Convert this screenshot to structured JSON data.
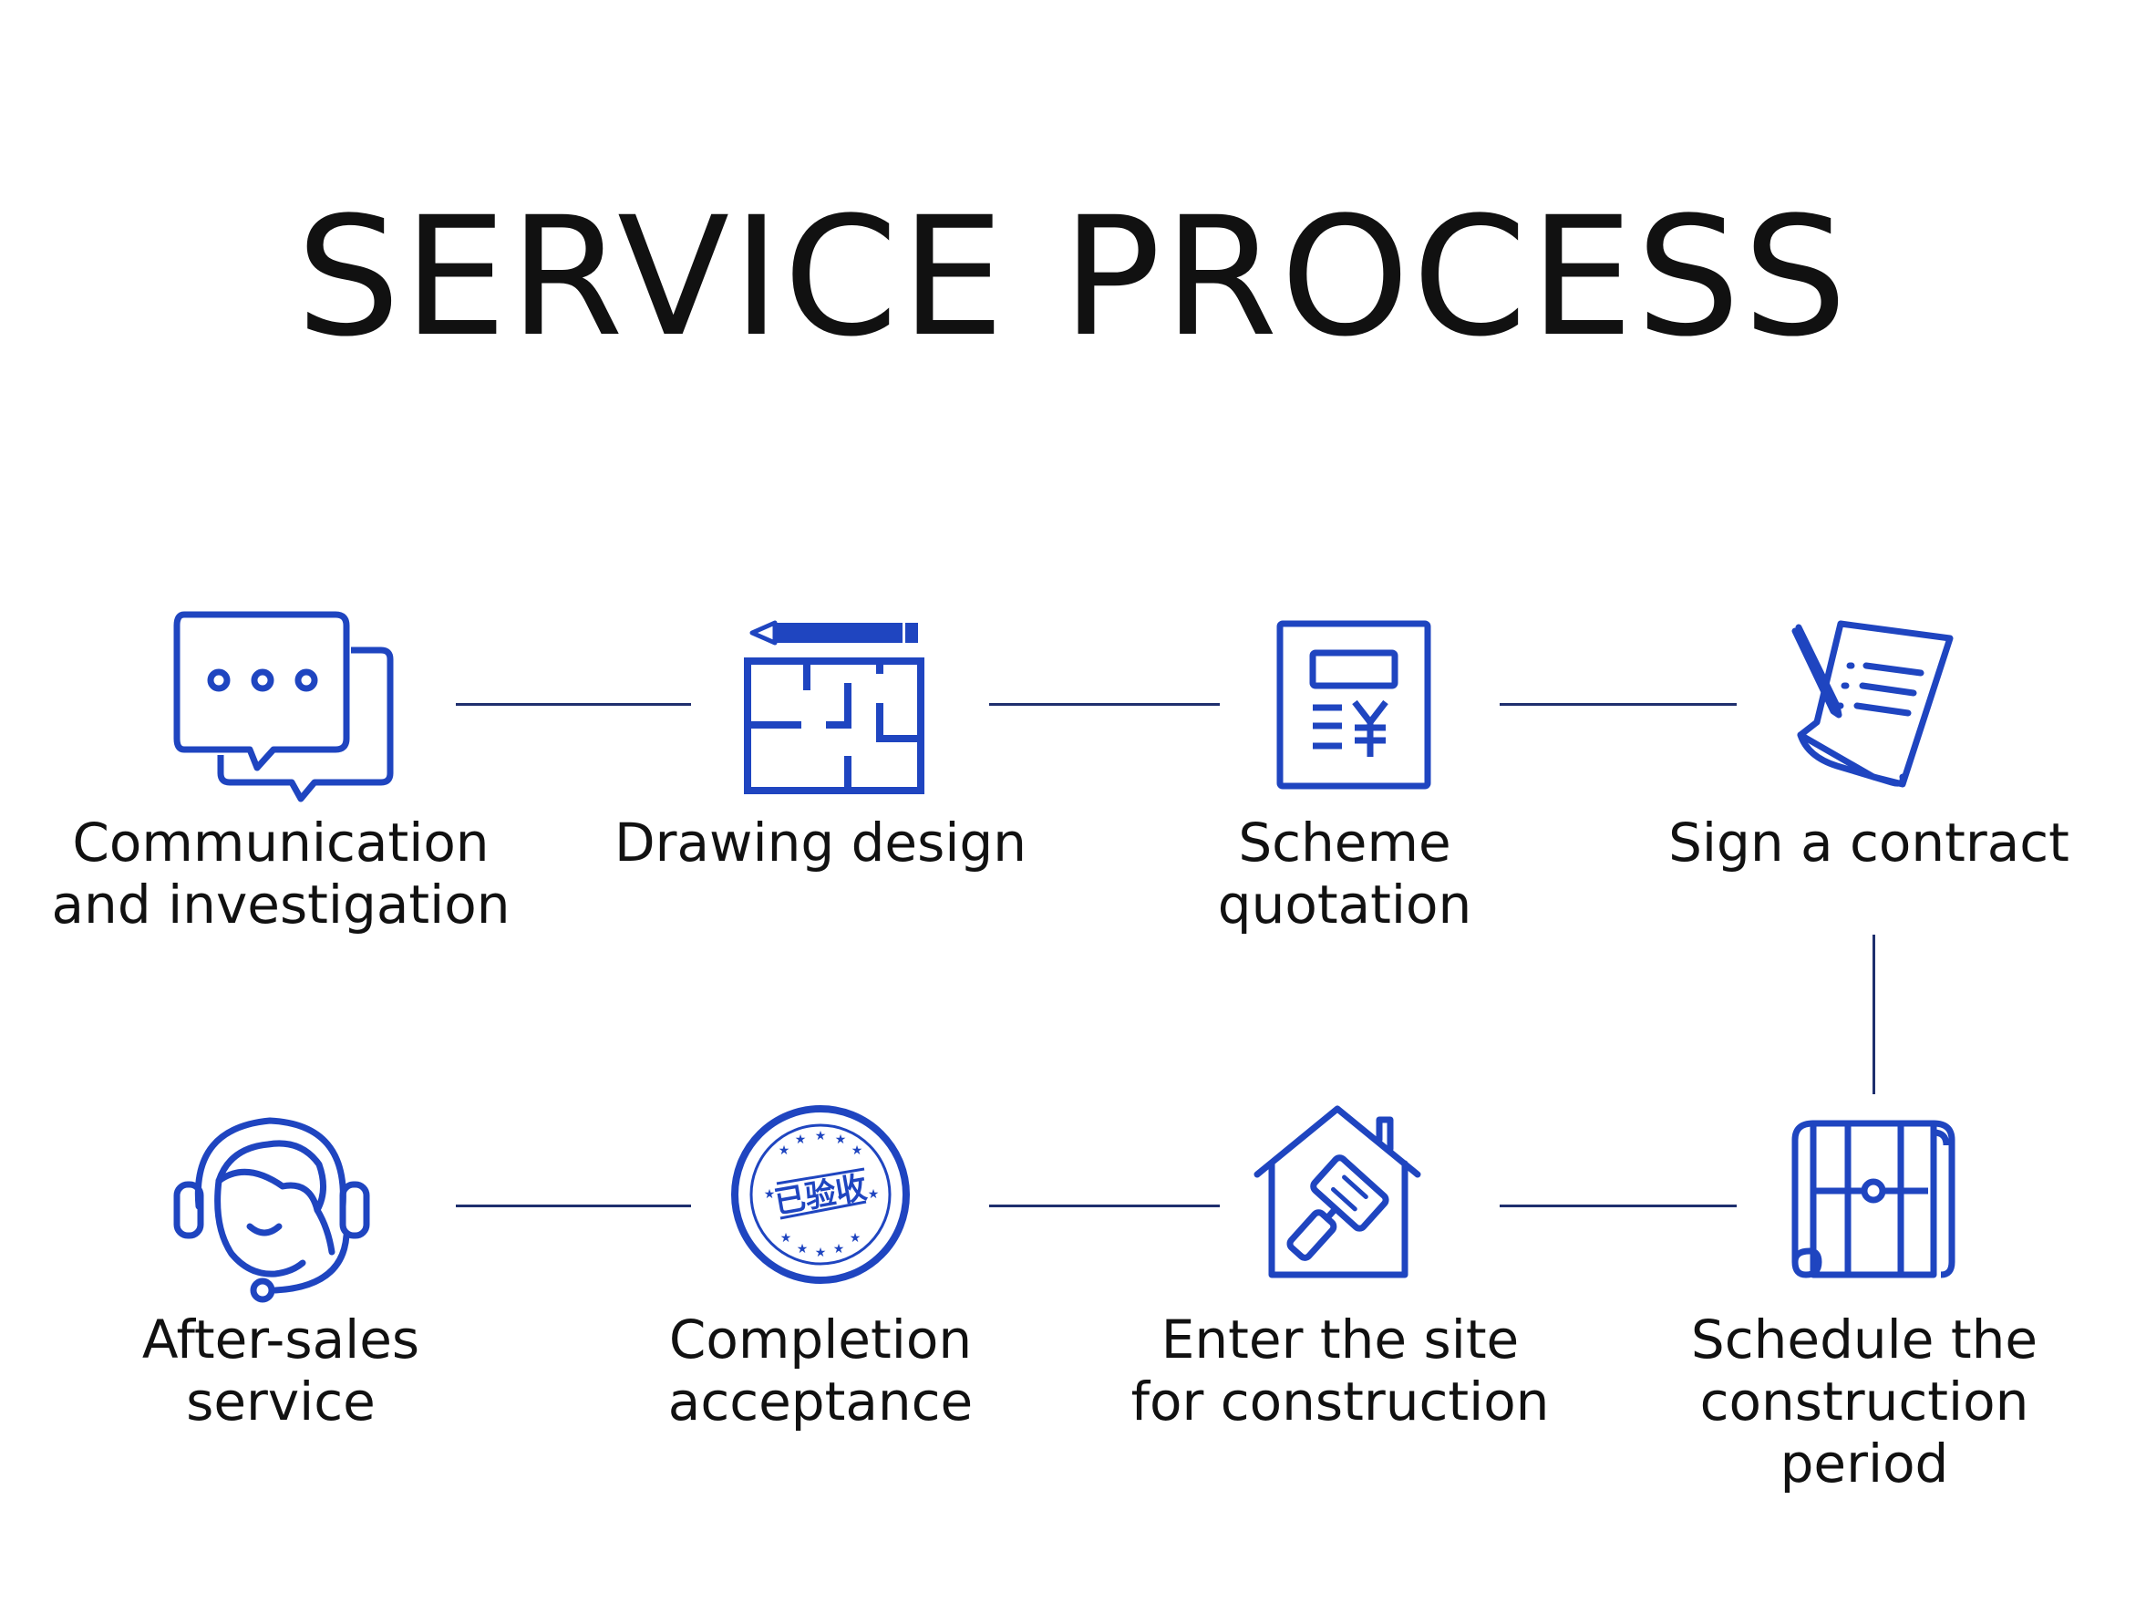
{
  "title": "SERVICE PROCESS",
  "colors": {
    "accent": "#1f45c0",
    "connector": "#1f2f6e",
    "text": "#111111"
  },
  "steps": [
    {
      "label": "Communication\nand investigation",
      "icon": "chat-bubbles-icon"
    },
    {
      "label": "Drawing design",
      "icon": "floor-plan-icon"
    },
    {
      "label": "Scheme quotation",
      "icon": "calculator-icon"
    },
    {
      "label": "Sign a contract",
      "icon": "contract-sign-icon"
    },
    {
      "label": "Schedule the\nconstruction period",
      "icon": "blueprint-scroll-icon"
    },
    {
      "label": "Enter the site\nfor construction",
      "icon": "house-roller-icon"
    },
    {
      "label": "Completion\nacceptance",
      "icon": "acceptance-seal-icon"
    },
    {
      "label": "After-sales\nservice",
      "icon": "headset-agent-icon"
    }
  ],
  "seal_text": "已验收"
}
